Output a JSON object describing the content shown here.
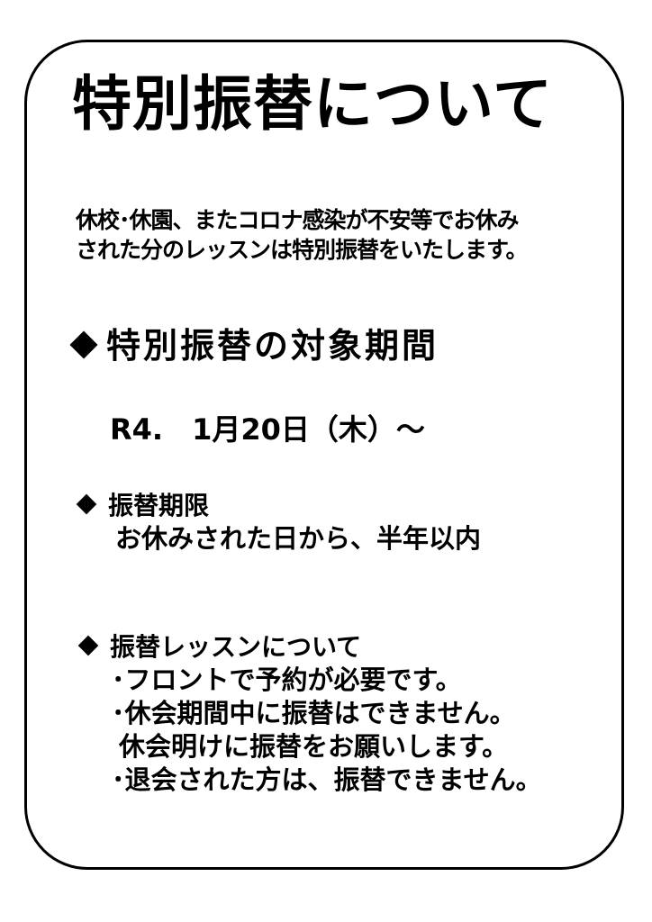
{
  "title": "特別振替について",
  "intro": {
    "line1": "休校･休園、またコロナ感染が不安等でお休み",
    "line2": "された分のレッスンは特別振替をいたします。"
  },
  "period": {
    "heading": "特別振替の対象期間",
    "date": "R4.　1月20日（木）～"
  },
  "deadline": {
    "heading": "振替期限",
    "detail": "お休みされた日から、半年以内"
  },
  "lessons": {
    "heading": "振替レッスンについて",
    "items": [
      "･フロントで予約が必要です。",
      "･休会期間中に振替はできません。",
      "休会明けに振替をお願いします。",
      "･退会された方は、振替できません。"
    ]
  }
}
